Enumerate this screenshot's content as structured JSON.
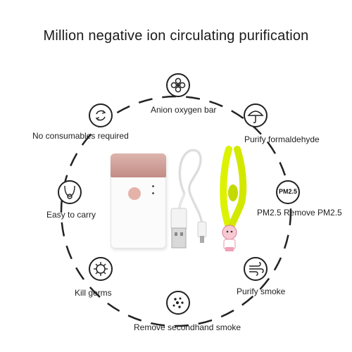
{
  "title": "Million negative ion circulating purification",
  "features": {
    "anion": {
      "label": "Anion oxygen bar",
      "icon": "anion-flower-icon"
    },
    "formaldehyde": {
      "label": "Purify formaldehyde",
      "icon": "umbrella-icon"
    },
    "pm25": {
      "label": "PM2.5 Remove PM2.5",
      "icon_text": "PM2.5"
    },
    "smoke": {
      "label": "Purify smoke",
      "icon": "wind-icon"
    },
    "secondhand": {
      "label": "Remove secondhand smoke",
      "icon": "particles-icon"
    },
    "germs": {
      "label": "Kill germs",
      "icon": "germ-icon"
    },
    "carry": {
      "label": "Easy to carry",
      "icon": "necklace-icon"
    },
    "consumables": {
      "label": "No consumables required",
      "icon": "recycle-icon"
    }
  },
  "colors": {
    "ring": "#222222",
    "device_accent": "#c99890",
    "lanyard": "#d8f000"
  }
}
